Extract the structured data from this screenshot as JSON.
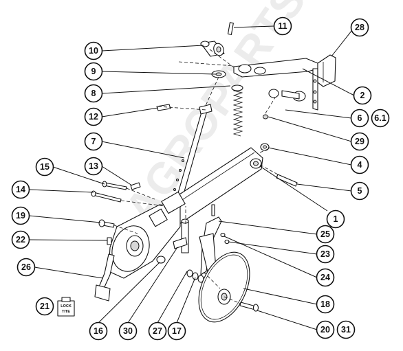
{
  "watermark": "AGROPARTS",
  "lock_tite_label": [
    "LOCK",
    "TITE"
  ],
  "callouts": [
    "1",
    "2",
    "4",
    "5",
    "6",
    "6.1",
    "7",
    "8",
    "9",
    "10",
    "11",
    "12",
    "13",
    "14",
    "15",
    "16",
    "17",
    "18",
    "19",
    "20",
    "21",
    "22",
    "23",
    "24",
    "25",
    "26",
    "27",
    "28",
    "29",
    "30",
    "31"
  ]
}
